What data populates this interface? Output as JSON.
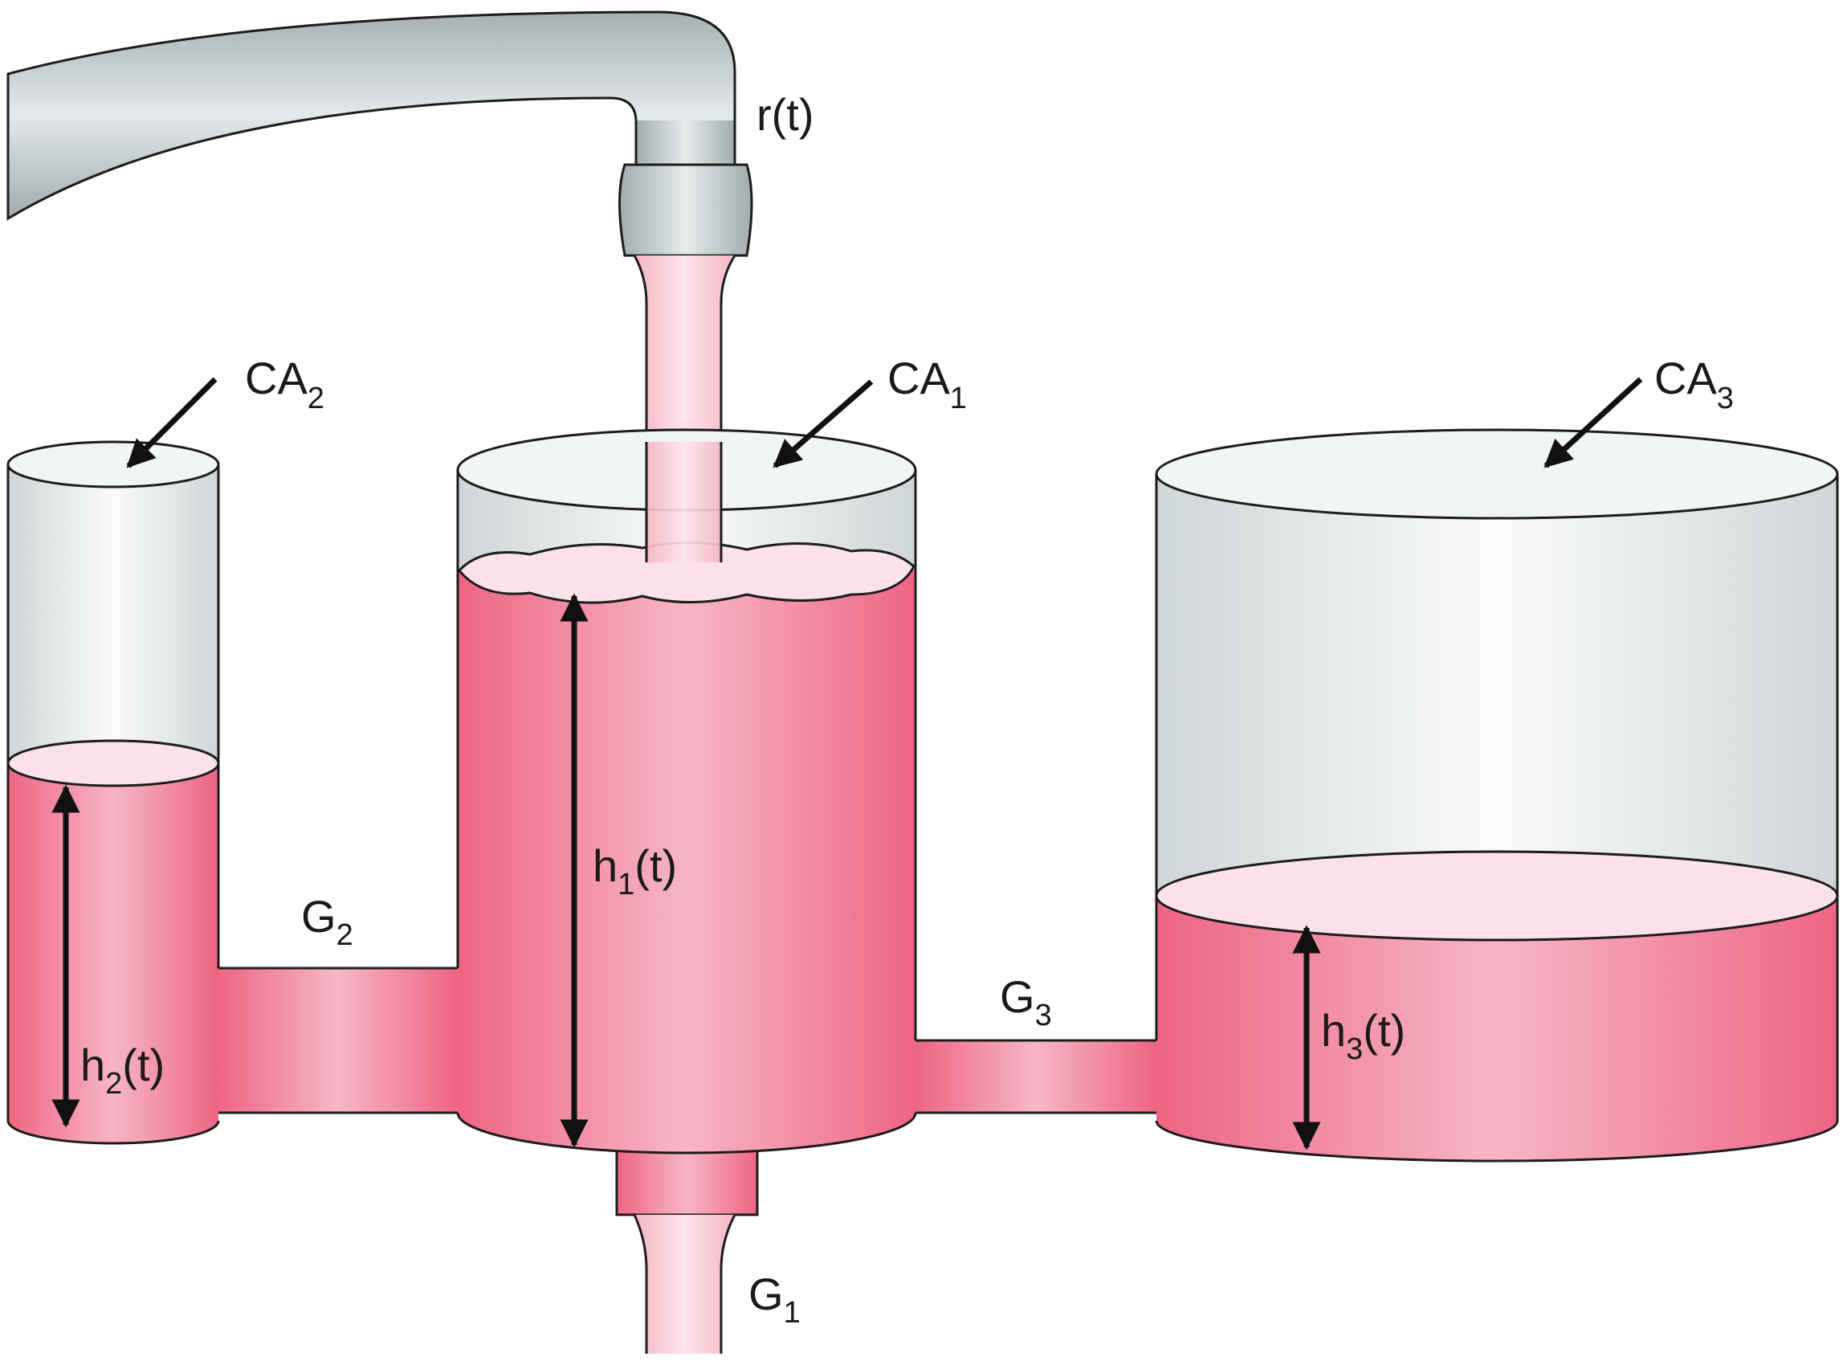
{
  "labels": {
    "input": {
      "main": "r(t)",
      "sub": ""
    },
    "capacity1": {
      "main": "CA",
      "sub": "1"
    },
    "capacity2": {
      "main": "CA",
      "sub": "2"
    },
    "capacity3": {
      "main": "CA",
      "sub": "3"
    },
    "height1": {
      "main": "h",
      "sub": "1",
      "suffix": "(t)"
    },
    "height2": {
      "main": "h",
      "sub": "2",
      "suffix": "(t)"
    },
    "height3": {
      "main": "h",
      "sub": "3",
      "suffix": "(t)"
    },
    "conductance1": {
      "main": "G",
      "sub": "1"
    },
    "conductance2": {
      "main": "G",
      "sub": "2"
    },
    "conductance3": {
      "main": "G",
      "sub": "3"
    }
  },
  "colors": {
    "fluid_dark": "#ef6a86",
    "fluid_light": "#f7b5c6",
    "fluid_surface": "#fbe1ea",
    "glass_light": "#f4f6f6",
    "glass_dark": "#cdd5d6",
    "faucet_light": "#dfe6e7",
    "faucet_dark": "#9ea8aa",
    "outline": "#1c1c1c"
  }
}
